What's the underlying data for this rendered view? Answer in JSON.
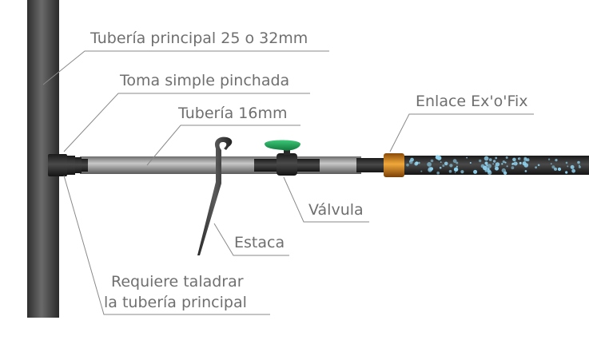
{
  "labels": {
    "main_pipe": "Tubería principal 25 o 32mm",
    "simple_tap": "Toma simple pinchada",
    "pipe_16": "Tubería 16mm",
    "connector": "Enlace Ex'o'Fix",
    "valve": "Válvula",
    "stake": "Estaca",
    "drill_line1": "Requiere taladrar",
    "drill_line2": "la tubería principal"
  },
  "colors": {
    "main_pipe": "#4a4a4a",
    "branch_pipe": "#9a9a9a",
    "valve_handle": "#1f9e57",
    "connector": "#d98a1e",
    "water_drops": "#8fd3f0",
    "text": "#6f6f6f",
    "leader_line": "#8a8a8a"
  }
}
